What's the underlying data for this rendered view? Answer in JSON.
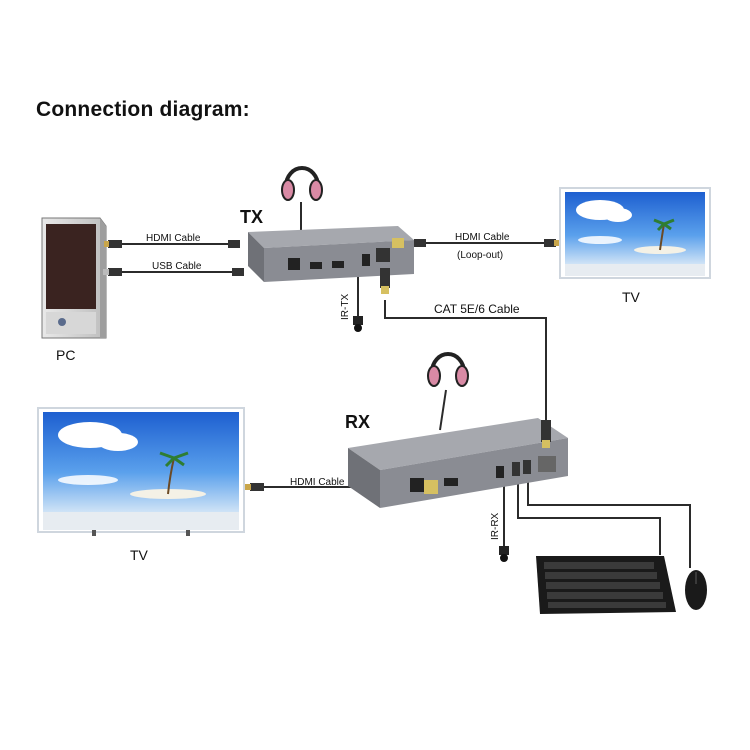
{
  "title": "Connection diagram:",
  "devices": {
    "tx_label": "TX",
    "rx_label": "RX",
    "pc_label": "PC",
    "tv_right_label": "TV",
    "tv_left_label": "TV"
  },
  "cables": {
    "hdmi_pc": "HDMI Cable",
    "usb_pc": "USB Cable",
    "hdmi_loop": "HDMI Cable",
    "loop_out": "(Loop-out)",
    "cat": "CAT 5E/6 Cable",
    "hdmi_rx": "HDMI Cable"
  },
  "ports": {
    "ir_tx": "IR-TX",
    "ir_rx": "IR-RX"
  },
  "colors": {
    "device_body": "#8a8c93",
    "device_top": "#a6a8ae",
    "cable": "#2b2b2b",
    "sky": "#2a6bd6",
    "sand": "#e8eef5",
    "headphone_pad": "#d98aa5"
  }
}
